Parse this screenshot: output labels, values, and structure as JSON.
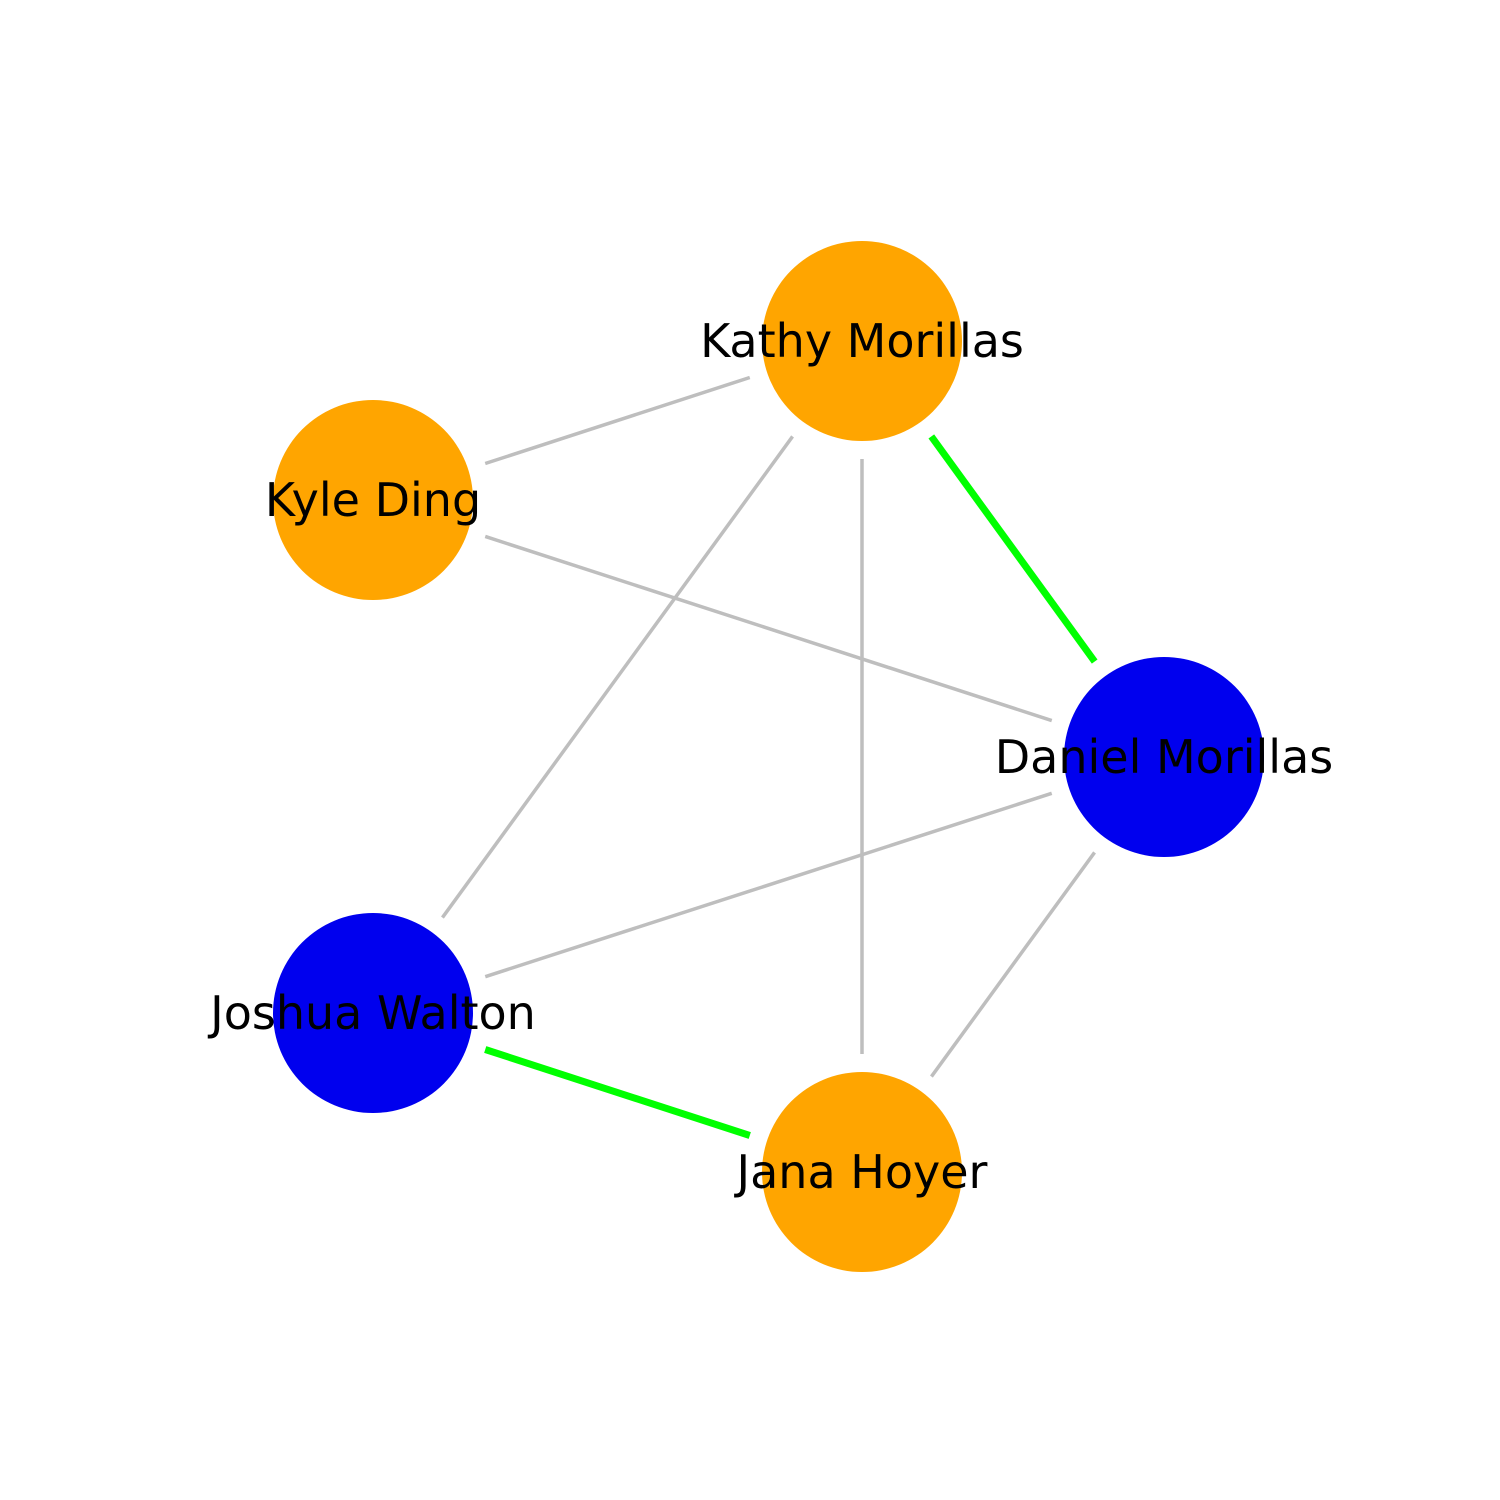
{
  "colors": {
    "orange": "#FFA500",
    "blue": "#0000EE",
    "edge_default": "#BEBEBE",
    "edge_highlight": "#00FF00",
    "label": "#000000"
  },
  "nodes": [
    {
      "id": "kathy",
      "label": "Kathy Morillas",
      "color": "orange"
    },
    {
      "id": "kyle",
      "label": "Kyle Ding",
      "color": "orange"
    },
    {
      "id": "daniel",
      "label": "Daniel Morillas",
      "color": "blue"
    },
    {
      "id": "joshua",
      "label": "Joshua Walton",
      "color": "blue"
    },
    {
      "id": "jana",
      "label": "Jana Hoyer",
      "color": "orange"
    }
  ],
  "edges": [
    {
      "source": "kyle",
      "target": "kathy",
      "highlighted": false
    },
    {
      "source": "kyle",
      "target": "daniel",
      "highlighted": false
    },
    {
      "source": "kathy",
      "target": "daniel",
      "highlighted": true
    },
    {
      "source": "kathy",
      "target": "joshua",
      "highlighted": false
    },
    {
      "source": "kathy",
      "target": "jana",
      "highlighted": false
    },
    {
      "source": "daniel",
      "target": "joshua",
      "highlighted": false
    },
    {
      "source": "daniel",
      "target": "jana",
      "highlighted": false
    },
    {
      "source": "joshua",
      "target": "jana",
      "highlighted": true
    }
  ]
}
